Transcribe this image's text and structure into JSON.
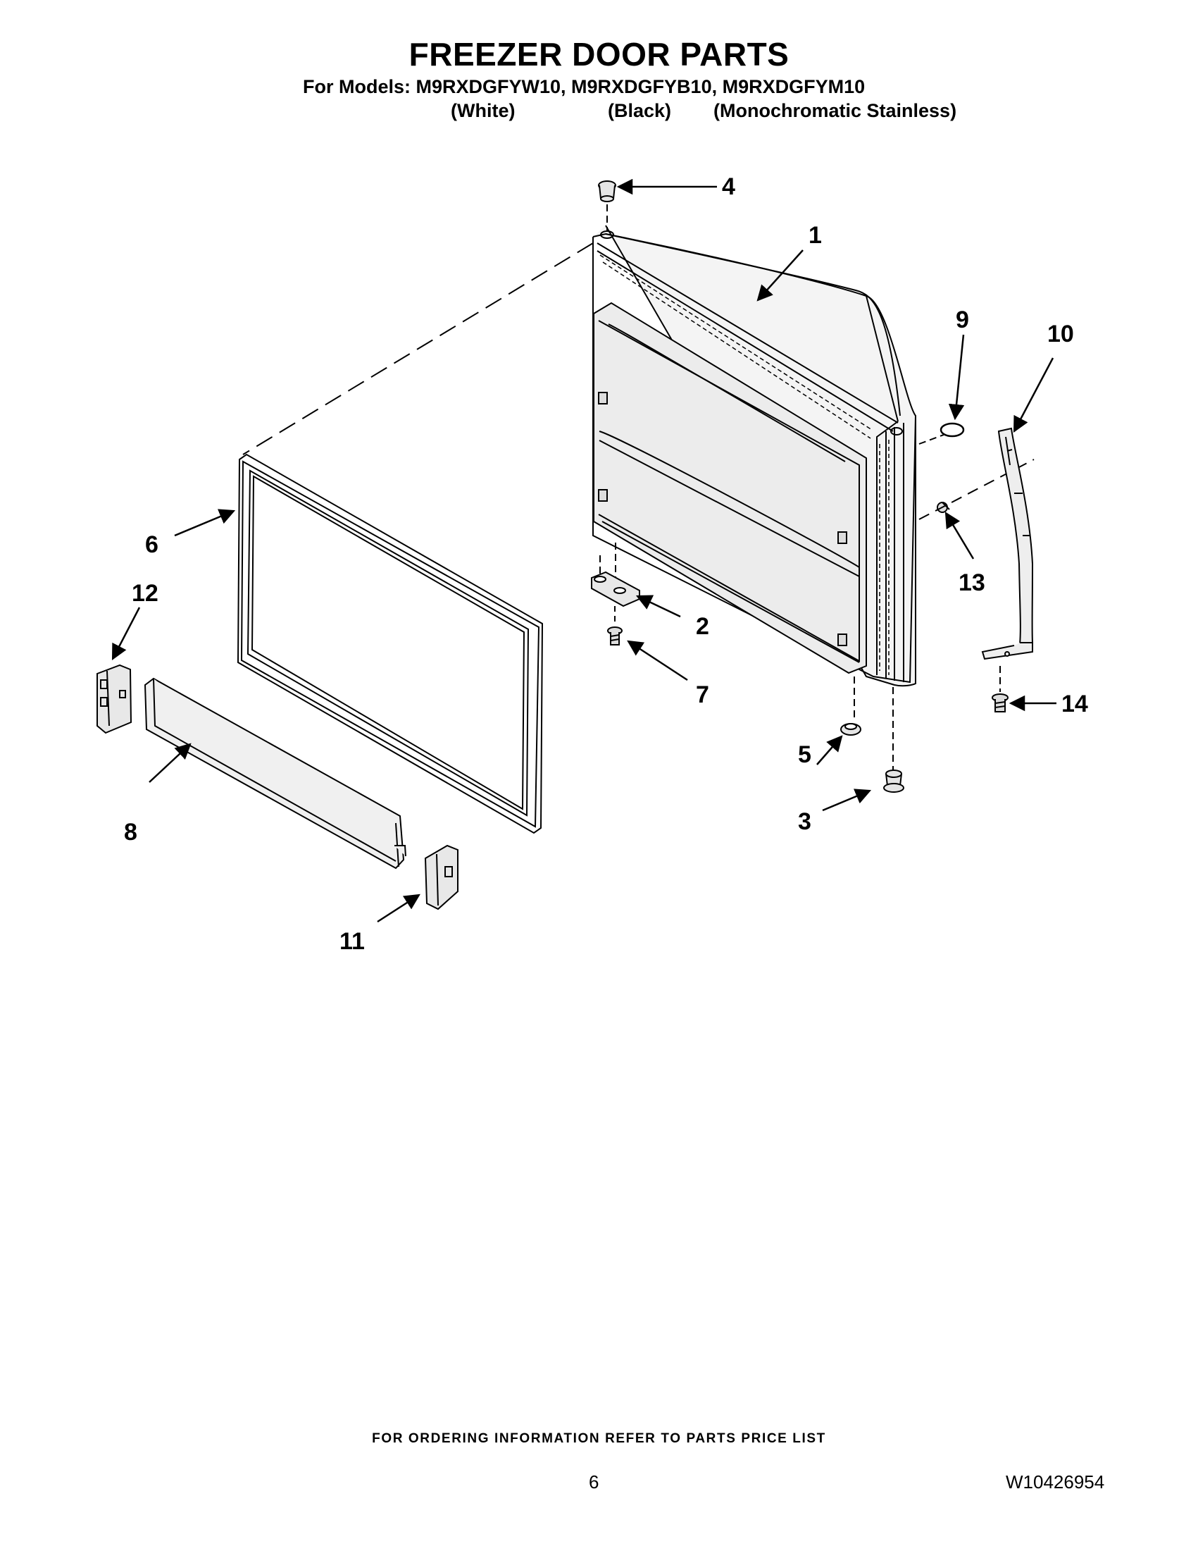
{
  "header": {
    "title": "FREEZER DOOR PARTS",
    "models_line": "For Models: M9RXDGFYW10, M9RXDGFYB10, M9RXDGFYM10",
    "variants": [
      "(White)",
      "(Black)",
      "(Monochromatic Stainless)"
    ]
  },
  "callouts": [
    "1",
    "2",
    "3",
    "4",
    "5",
    "6",
    "7",
    "8",
    "9",
    "10",
    "11",
    "12",
    "13",
    "14"
  ],
  "footer": {
    "ordering_note": "FOR ORDERING INFORMATION REFER TO PARTS PRICE LIST",
    "page_number": "6",
    "document_number": "W10426954"
  }
}
